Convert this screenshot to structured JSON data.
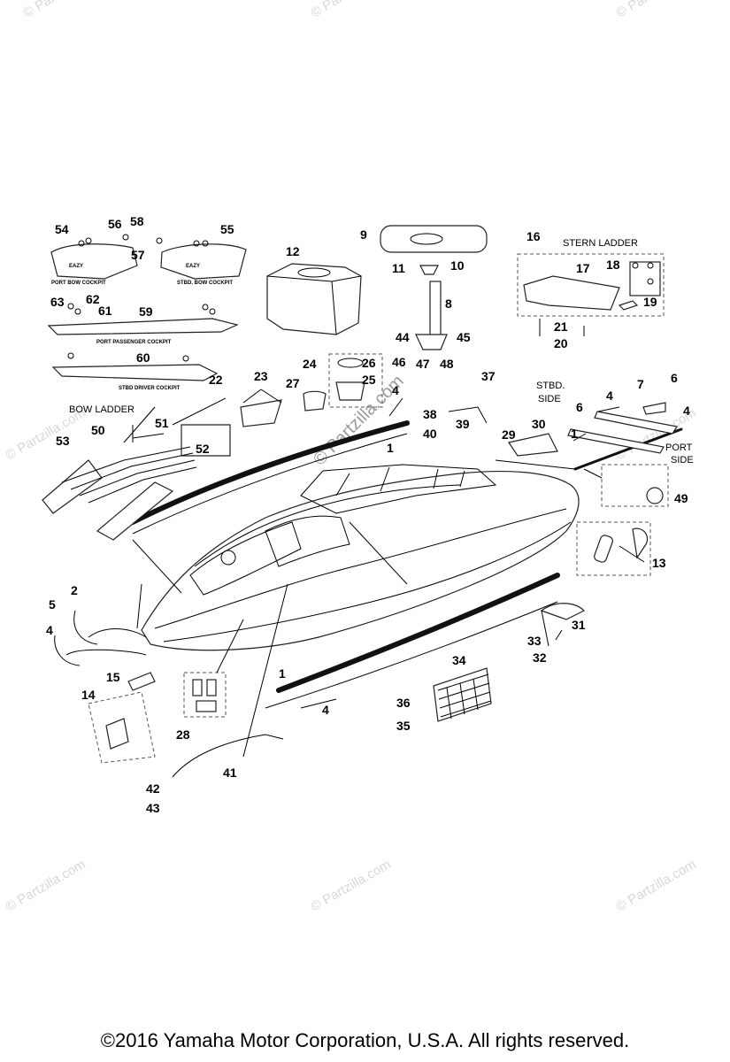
{
  "callouts": [
    "1",
    "2",
    "4",
    "5",
    "6",
    "7",
    "8",
    "9",
    "10",
    "11",
    "12",
    "13",
    "14",
    "15",
    "16",
    "17",
    "18",
    "19",
    "20",
    "21",
    "22",
    "23",
    "24",
    "25",
    "26",
    "27",
    "28",
    "29",
    "30",
    "31",
    "32",
    "33",
    "34",
    "35",
    "36",
    "37",
    "38",
    "39",
    "40",
    "41",
    "42",
    "43",
    "44",
    "45",
    "46",
    "47",
    "48",
    "49",
    "50",
    "51",
    "52",
    "53",
    "54",
    "55",
    "56",
    "57",
    "58",
    "59",
    "60",
    "61",
    "62",
    "63"
  ],
  "labels": {
    "stern_ladder": "STERN LADDER",
    "bow_ladder": "BOW  LADDER",
    "stbd_side": "STBD.",
    "stbd_side2": "SIDE",
    "port_side": "PORT",
    "port_side2": "SIDE",
    "port_bow_cockpit": "PORT BOW COCKPIT",
    "stbd_bow_cockpit": "STBD. BOW COCKPIT",
    "port_passenger_cockpit": "PORT PASSENGER COCKPIT",
    "stbd_driver_cockpit": "STBD DRIVER COCKPIT"
  },
  "watermarks": {
    "text": "© Partzilla.com",
    "center": "© Partzilla.com"
  },
  "footer": {
    "copyright": "©2016  Yamaha Motor Corporation, U.S.A. All rights reserved."
  }
}
